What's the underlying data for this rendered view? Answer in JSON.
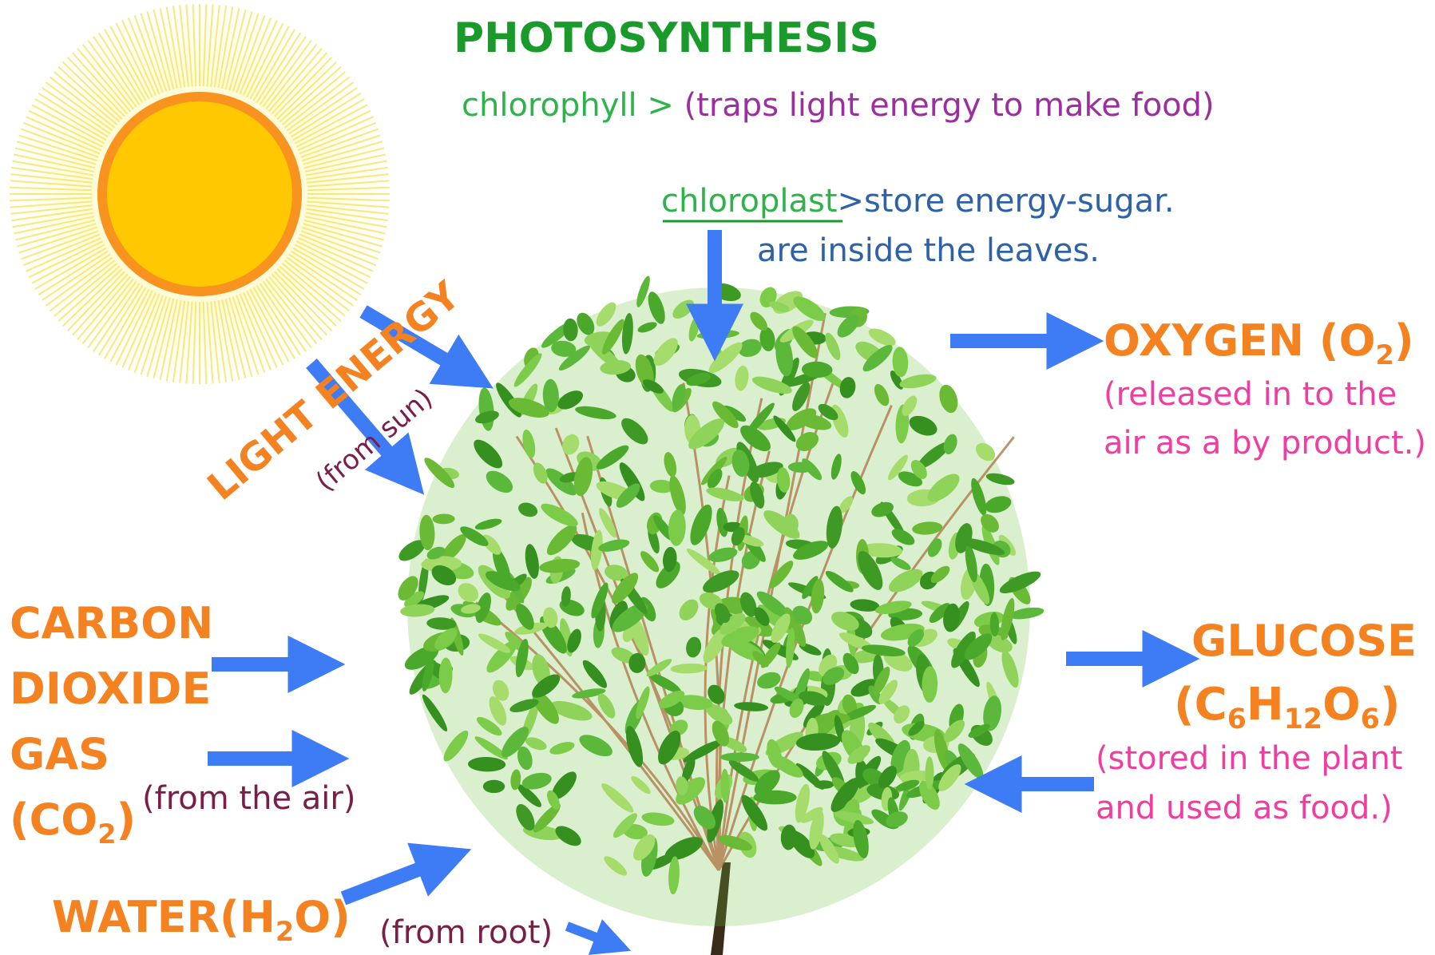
{
  "title": "PHOTOSYNTHESIS",
  "chlorophyll": {
    "term": "chlorophyll >",
    "desc": "(traps light energy to make food)"
  },
  "chloroplast": {
    "term": "chloroplast",
    "desc_line1": ">store energy-sugar.",
    "desc_line2": "are inside the leaves."
  },
  "light": {
    "name": "LIGHT ENERGY",
    "source": "(from sun)"
  },
  "oxygen": {
    "name": "OXYGEN (O",
    "sub": "2",
    "close": ")",
    "desc_line1": "(released in to the",
    "desc_line2": "air as a by product.)"
  },
  "carbon": {
    "line1": "CARBON",
    "line2": "DIOXIDE",
    "line3": "GAS",
    "formula_open": "(CO",
    "formula_sub": "2",
    "formula_close": ")",
    "source": "(from the air)"
  },
  "glucose": {
    "name": "GLUCOSE",
    "f_open": "(C",
    "f_sub1": "6",
    "f_h": "H",
    "f_sub2": "12",
    "f_o": "O",
    "f_sub3": "6",
    "f_close": ")",
    "desc_line1": "(stored in the plant",
    "desc_line2": "and used as food.)"
  },
  "water": {
    "prefix": "WATER(H",
    "sub": "2",
    "suffix": "O)",
    "source": "(from root)"
  },
  "colors": {
    "orange": "#f58220",
    "title_green": "#1a9a2a",
    "arrow_blue": "#3d7cf5",
    "sun_yellow": "#ffc800",
    "sun_ring": "#f7931e",
    "pink": "#f03ea0",
    "maroon": "#7a1e48"
  }
}
